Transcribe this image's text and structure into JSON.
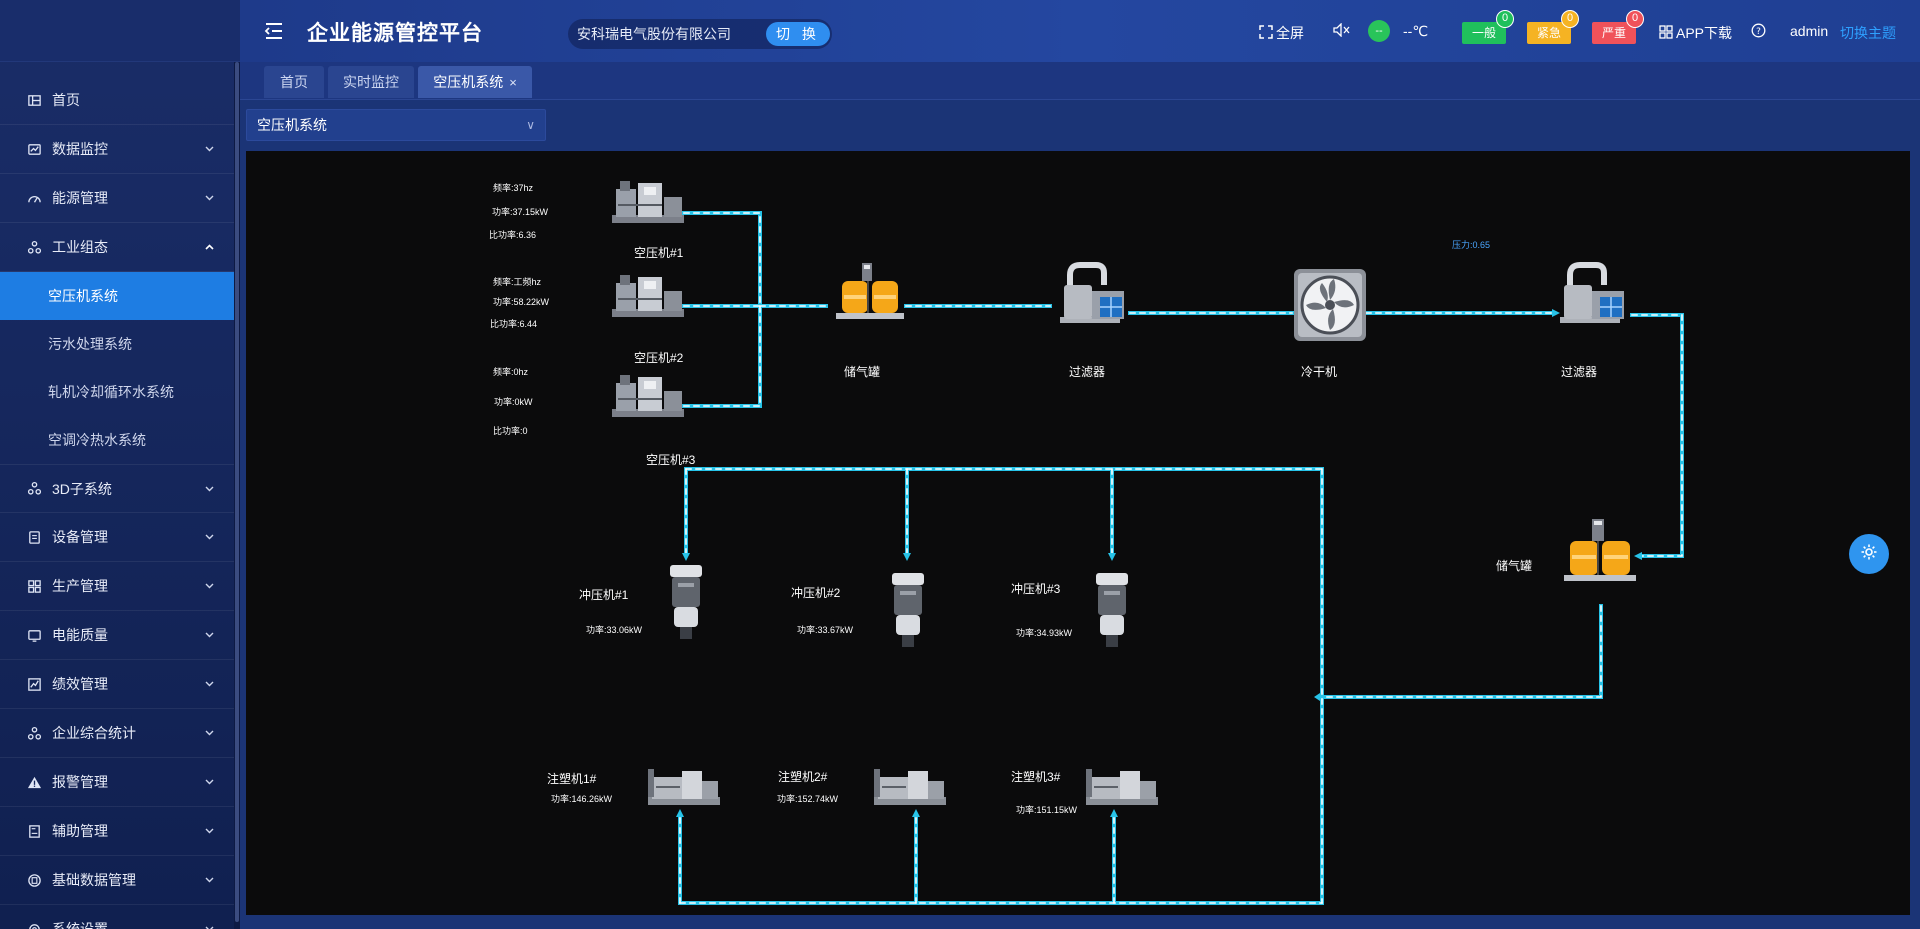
{
  "sidebar": {
    "items": [
      {
        "label": "首页",
        "icon": "home-icon"
      },
      {
        "label": "数据监控",
        "icon": "monitor-icon"
      },
      {
        "label": "能源管理",
        "icon": "gauge-icon"
      },
      {
        "label": "工业组态",
        "icon": "nodes-icon",
        "expanded": true
      }
    ],
    "sub_items": [
      {
        "label": "空压机系统",
        "active": true
      },
      {
        "label": "污水处理系统"
      },
      {
        "label": "轧机冷却循环水系统"
      },
      {
        "label": "空调冷热水系统"
      }
    ],
    "items_after": [
      {
        "label": "3D子系统",
        "icon": "nodes-icon"
      },
      {
        "label": "设备管理",
        "icon": "list-icon"
      },
      {
        "label": "生产管理",
        "icon": "grid-icon"
      },
      {
        "label": "电能质量",
        "icon": "screen-icon"
      },
      {
        "label": "绩效管理",
        "icon": "chart-icon"
      },
      {
        "label": "企业综合统计",
        "icon": "nodes-icon"
      },
      {
        "label": "报警管理",
        "icon": "warning-icon"
      },
      {
        "label": "辅助管理",
        "icon": "doc-icon"
      },
      {
        "label": "基础数据管理",
        "icon": "database-icon"
      },
      {
        "label": "系统设置",
        "icon": "gear-icon"
      }
    ]
  },
  "header": {
    "title": "企业能源管控平台",
    "company": "安科瑞电气股份有限公司",
    "switch_label": "切 换",
    "fullscreen_label": "全屏",
    "status_value": "--",
    "temperature": "--℃",
    "alarms": [
      {
        "label": "一般",
        "count": "0",
        "color": "#20c05c"
      },
      {
        "label": "紧急",
        "count": "0",
        "color": "#f5b323"
      },
      {
        "label": "严重",
        "count": "0",
        "color": "#f0525a"
      }
    ],
    "app_download": "APP下载",
    "user": "admin",
    "theme_label": "切换主题"
  },
  "tabs": [
    {
      "label": "首页"
    },
    {
      "label": "实时监控"
    },
    {
      "label": "空压机系统",
      "active": true,
      "close": "×"
    }
  ],
  "system_select": {
    "value": "空压机系统",
    "arrow": "∨"
  },
  "diagram": {
    "compressors": [
      {
        "name": "空压机#1",
        "freq": "频率:37hz",
        "power": "功率:37.15kW",
        "ratio": "比功率:6.36"
      },
      {
        "name": "空压机#2",
        "freq": "频率:工频hz",
        "power": "功率:58.22kW",
        "ratio": "比功率:6.44"
      },
      {
        "name": "空压机#3",
        "freq": "频率:0hz",
        "power": "功率:0kW",
        "ratio": "比功率:0"
      }
    ],
    "tank1": "储气罐",
    "filter1": "过滤器",
    "dryer": "冷干机",
    "filter2": "过滤器",
    "tank2": "储气罐",
    "pressure": "压力:0.65",
    "presses": [
      {
        "name": "冲压机#1",
        "power": "功率:33.06kW"
      },
      {
        "name": "冲压机#2",
        "power": "功率:33.67kW"
      },
      {
        "name": "冲压机#3",
        "power": "功率:34.93kW"
      }
    ],
    "molders": [
      {
        "name": "注塑机1#",
        "power": "功率:146.26kW"
      },
      {
        "name": "注塑机2#",
        "power": "功率:152.74kW"
      },
      {
        "name": "注塑机3#",
        "power": "功率:151.15kW"
      }
    ]
  },
  "colors": {
    "pipe": "#27c3e8",
    "accent": "#1e7de3",
    "tank": "#f5a718"
  }
}
